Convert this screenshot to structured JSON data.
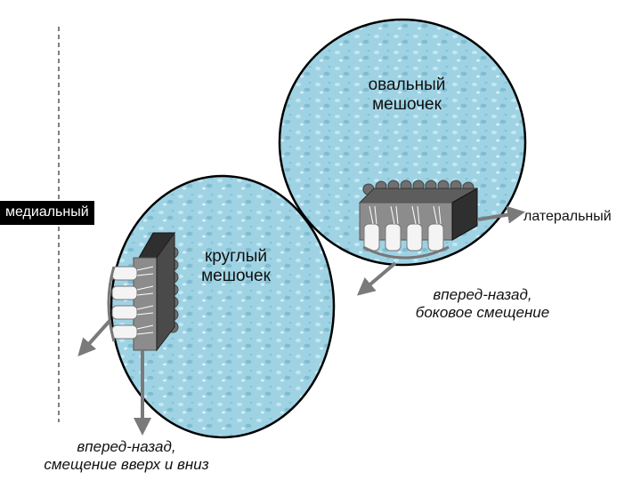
{
  "diagram": {
    "oval_sac_label": "овальный мешочек",
    "round_sac_label": "круглый мешочек",
    "medial_label": "медиальный",
    "lateral_label": "латеральный",
    "oval_motion_caption_line1": "вперед-назад,",
    "oval_motion_caption_line2": "боковое смещение",
    "round_motion_caption_line1": "вперед-назад,",
    "round_motion_caption_line2": "смещение вверх и вниз",
    "colors": {
      "sac_fill": "#9fd3e4",
      "sac_stroke": "#000000",
      "block_dark": "#333333",
      "hair_cell_gray": "#8c8c8c",
      "arrow_gray": "#7a7a7a",
      "label_bg": "#000000"
    }
  }
}
